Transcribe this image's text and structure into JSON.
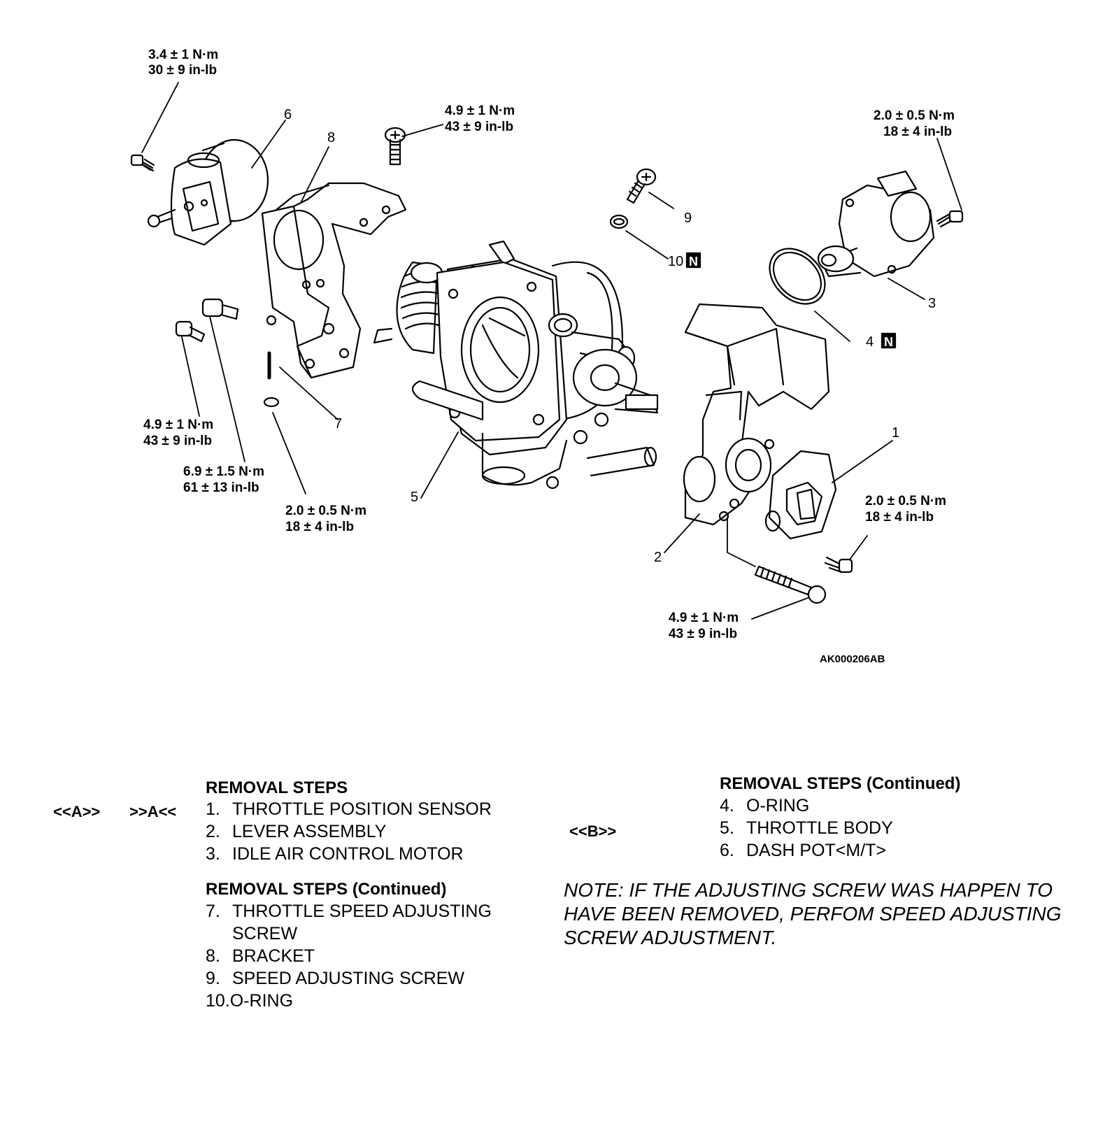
{
  "diagram": {
    "code": "AK000206AB",
    "callouts": [
      "1",
      "2",
      "3",
      "4",
      "5",
      "6",
      "7",
      "8",
      "9",
      "10"
    ],
    "new_part_mark": "N",
    "torques": {
      "t_dashpot_screw": [
        "3.4 ± 1 N·m",
        "30 ± 9 in-lb"
      ],
      "t_top_screw": [
        "4.9 ± 1 N·m",
        "43 ± 9 in-lb"
      ],
      "t_iac_screw": [
        "2.0 ± 0.5 N·m",
        "18 ± 4 in-lb"
      ],
      "t_bracket_bolt_small": [
        "4.9 ± 1 N·m",
        "43 ± 9 in-lb"
      ],
      "t_bracket_bolt_large": [
        "6.9 ± 1.5 N·m",
        "61 ± 13 in-lb"
      ],
      "t_adjusting_screw": [
        "2.0 ± 0.5 N·m",
        "18 ± 4 in-lb"
      ],
      "t_tps_screw": [
        "2.0 ± 0.5 N·m",
        "18 ± 4 in-lb"
      ],
      "t_lever_bolt": [
        "4.9 ± 1 N·m",
        "43 ± 9 in-lb"
      ]
    }
  },
  "steps": {
    "left": {
      "heading": "REMOVAL STEPS",
      "marks": [
        "<<A>>",
        ">>A<<"
      ],
      "items": [
        {
          "num": "1.",
          "text": "THROTTLE POSITION SENSOR"
        },
        {
          "num": "2.",
          "text": "LEVER ASSEMBLY"
        },
        {
          "num": "3.",
          "text": "IDLE AIR CONTROL MOTOR"
        }
      ],
      "heading2": "REMOVAL STEPS (Continued)",
      "items2": [
        {
          "num": "7.",
          "text": "THROTTLE SPEED ADJUSTING",
          "cont": "SCREW"
        },
        {
          "num": "8.",
          "text": "BRACKET"
        },
        {
          "num": "9.",
          "text": "SPEED ADJUSTING SCREW"
        },
        {
          "num": "10.",
          "text": "O-RING"
        }
      ]
    },
    "right": {
      "heading": "REMOVAL STEPS (Continued)",
      "mark": "<<B>>",
      "items": [
        {
          "num": "4.",
          "text": "O-RING"
        },
        {
          "num": "5.",
          "text": "THROTTLE BODY"
        },
        {
          "num": "6.",
          "text": "DASH POT<M/T>"
        }
      ]
    },
    "note": "NOTE: IF THE ADJUSTING SCREW WAS HAPPEN TO HAVE BEEN REMOVED, PERFOM SPEED ADJUSTING SCREW ADJUSTMENT."
  }
}
